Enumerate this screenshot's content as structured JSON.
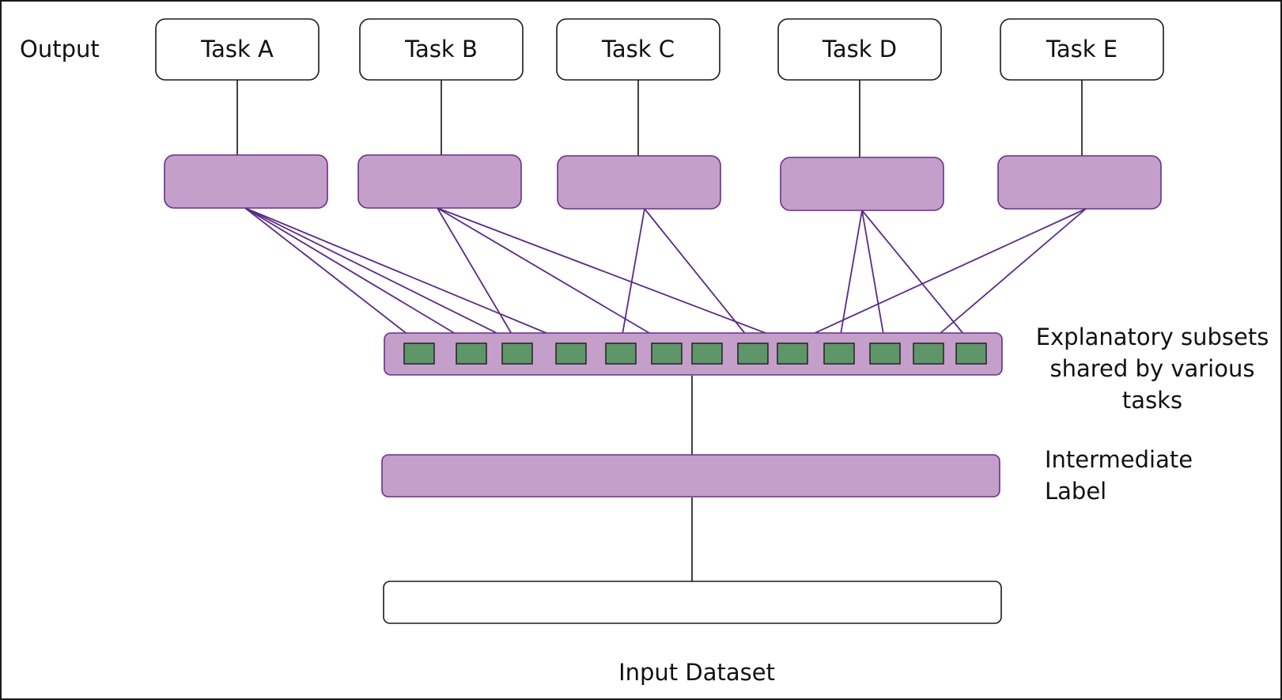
{
  "colors": {
    "group_fill": "#c49fc9",
    "group_stroke": "#6b2f8a",
    "square_fill": "#5f9669",
    "edge_stroke": "#5b2a86"
  },
  "labels": {
    "output": "Output",
    "explanatory": [
      "Explanatory subsets",
      "shared by various",
      "tasks"
    ],
    "intermediate": [
      "Intermediate",
      "Label"
    ],
    "input": "Input Dataset"
  },
  "tasks": [
    {
      "label": "Task A"
    },
    {
      "label": "Task B"
    },
    {
      "label": "Task C"
    },
    {
      "label": "Task D"
    },
    {
      "label": "Task E"
    }
  ],
  "subset_count": 13,
  "edges": [
    [
      0,
      0
    ],
    [
      0,
      1
    ],
    [
      0,
      2
    ],
    [
      0,
      3
    ],
    [
      1,
      2
    ],
    [
      1,
      5
    ],
    [
      1,
      8
    ],
    [
      2,
      4
    ],
    [
      2,
      7
    ],
    [
      3,
      9
    ],
    [
      3,
      10
    ],
    [
      3,
      12
    ],
    [
      4,
      8
    ],
    [
      4,
      11
    ]
  ]
}
